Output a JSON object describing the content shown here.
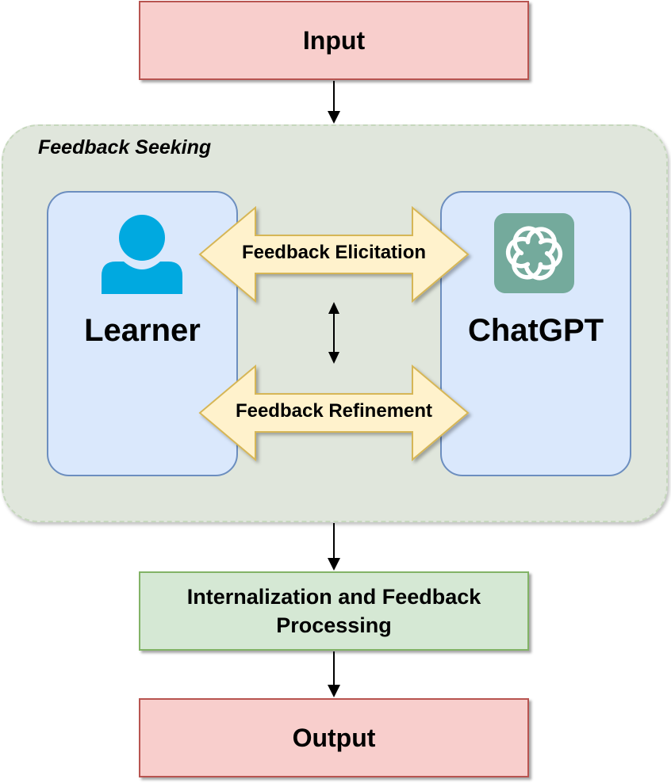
{
  "nodes": {
    "input": "Input",
    "group_title": "Feedback Seeking",
    "learner": "Learner",
    "chatgpt": "ChatGPT",
    "elicitation": "Feedback Elicitation",
    "refinement": "Feedback Refinement",
    "processing": "Internalization and Feedback Processing",
    "output": "Output"
  },
  "icons": {
    "learner": "user-icon",
    "chatgpt": "openai-logo-icon"
  },
  "colors": {
    "io_fill": "#f8cecc",
    "io_stroke": "#b85450",
    "process_fill": "#d5e8d4",
    "process_stroke": "#82b366",
    "group_fill": "#e0e6dc",
    "actor_fill": "#dae8fc",
    "actor_stroke": "#6c8ebf",
    "arrow_fill": "#fff2cc",
    "arrow_stroke": "#d6b656",
    "learner_icon": "#00a9e0",
    "chatgpt_logo_bg": "#74aa9c"
  }
}
